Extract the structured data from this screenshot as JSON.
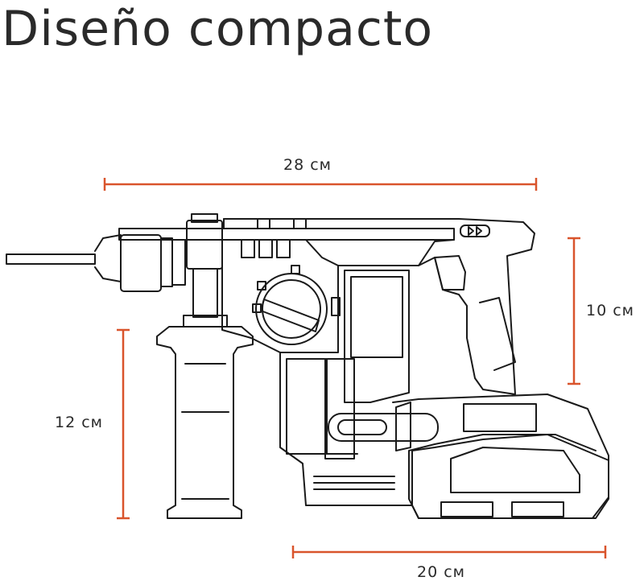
{
  "title": "Diseño compacto",
  "dimensions": {
    "length": "28 см",
    "height": "10 см",
    "handle": "12 см",
    "base": "20 см"
  },
  "colors": {
    "accent": "#d9542c",
    "line": "#1a1a1a",
    "text": "#2a2a2a"
  }
}
